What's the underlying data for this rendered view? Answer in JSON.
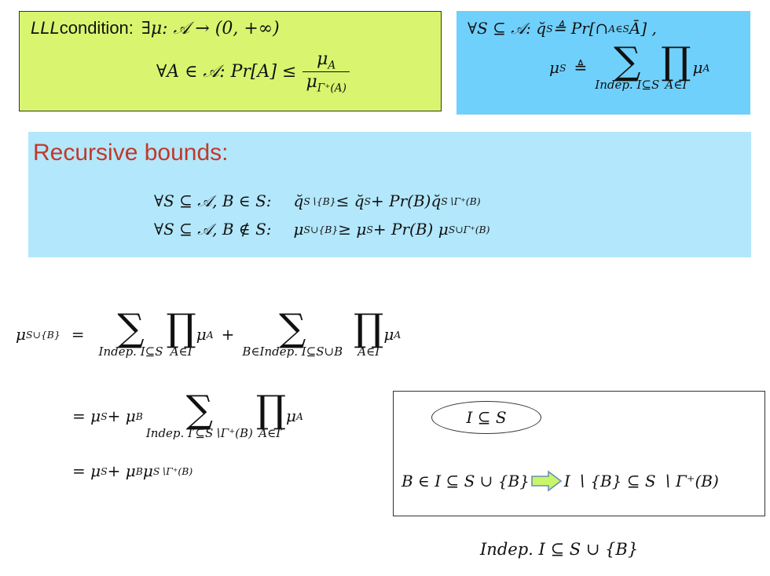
{
  "lll_box": {
    "label_italic": "LLL",
    "label_rest": " condition:",
    "line1": "∃μ: 𝒜 → (0, +∞)",
    "line2_lhs": "∀A ∈ 𝒜: Pr[A] ≤",
    "frac_num": "μ",
    "frac_num_sub": "A",
    "frac_den": "μ",
    "frac_den_sub": "Γ⁺(A)",
    "bg": "#d9f56f"
  },
  "def_box": {
    "line1": "∀S ⊆ 𝒜: q̆",
    "line1_sub": "S",
    "line1_rest": " ≜ Pr[∩",
    "line1_sub2": "A∈S",
    "line1_end": "Ā] ,",
    "line2_lhs": "μ",
    "line2_lhs_sub": "S",
    "line2_eq": "≜",
    "sum_lim": "Indep. I⊆S",
    "prod_lim": "A∈I",
    "term": "μ",
    "term_sub": "A",
    "bg": "#6fd0fb"
  },
  "recursive_box": {
    "title": "Recursive bounds:",
    "title_color": "#c0392b",
    "bg": "#b3e7fb",
    "line1_lhs": "∀S ⊆ 𝒜, B ∈ S:",
    "line1_rhs_a": "q̆",
    "line1_rhs_a_sub": "S∖{B}",
    "line1_rhs_b": " ≤ q̆",
    "line1_rhs_b_sub": "S",
    "line1_rhs_c": " + Pr(B)q̆",
    "line1_rhs_c_sub": "S∖Γ⁺(B)",
    "line2_lhs": "∀S ⊆ 𝒜, B ∉ S:",
    "line2_rhs_a": "μ",
    "line2_rhs_a_sub": "S∪{B}",
    "line2_rhs_b": " ≥ μ",
    "line2_rhs_b_sub": "S",
    "line2_rhs_c": " + Pr(B) μ",
    "line2_rhs_c_sub": "S∪Γ⁺(B)"
  },
  "derivation": {
    "lhs": "μ",
    "lhs_sub": "S∪{B}",
    "eq1": "=",
    "sum1_lim": "Indep. I⊆S",
    "prod1_lim": "A∈I",
    "t1": "μ",
    "t1_sub": "A",
    "plus": "+",
    "sum2_lim": "B∈Indep. I⊆S∪B",
    "prod2_lim": "A∈I",
    "t2": "μ",
    "t2_sub": "A",
    "eq2": "= μ",
    "eq2_sub": "S",
    "eq2_b": " + μ",
    "eq2_b_sub": "B",
    "sum3_lim": "Indep. I′⊆S∖Γ⁺(B)",
    "prod3_lim": "A∈I′",
    "t3": "μ",
    "t3_sub": "A",
    "eq3": "= μ",
    "eq3_sub": "S",
    "eq3_b": " + μ",
    "eq3_b_sub": "B",
    "eq3_c": "μ",
    "eq3_c_sub": "S∖Γ⁺(B)"
  },
  "side_box": {
    "oval_text": "I ⊆ S",
    "left_expr": "B ∈ I ⊆ S ∪ {B}",
    "right_expr": "I ∖ {B} ⊆ S ∖ Γ⁺(B)",
    "arrow_color": "#c9f56a"
  },
  "caption": "Indep. I ⊆ S ∪ {B}"
}
